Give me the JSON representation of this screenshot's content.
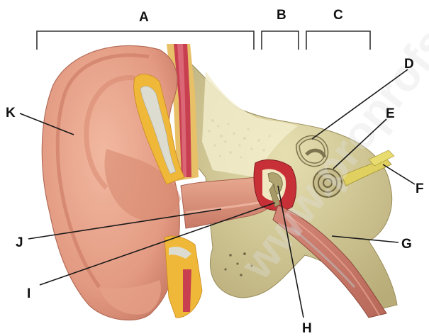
{
  "diagram": {
    "section_labels": {
      "a": "A",
      "b": "B",
      "c": "C"
    },
    "part_labels": {
      "d": "D",
      "e": "E",
      "f": "F",
      "g": "G",
      "h": "H",
      "i": "I",
      "j": "J",
      "k": "K"
    },
    "watermark": "www.proprofs.quiz",
    "colors": {
      "skin": "#e8a088",
      "skin_dark": "#c8745e",
      "bone": "#c9c08a",
      "bone_light": "#f0e8c0",
      "fat": "#f0b838",
      "muscle": "#c84050",
      "nerve": "#e0d060"
    }
  }
}
